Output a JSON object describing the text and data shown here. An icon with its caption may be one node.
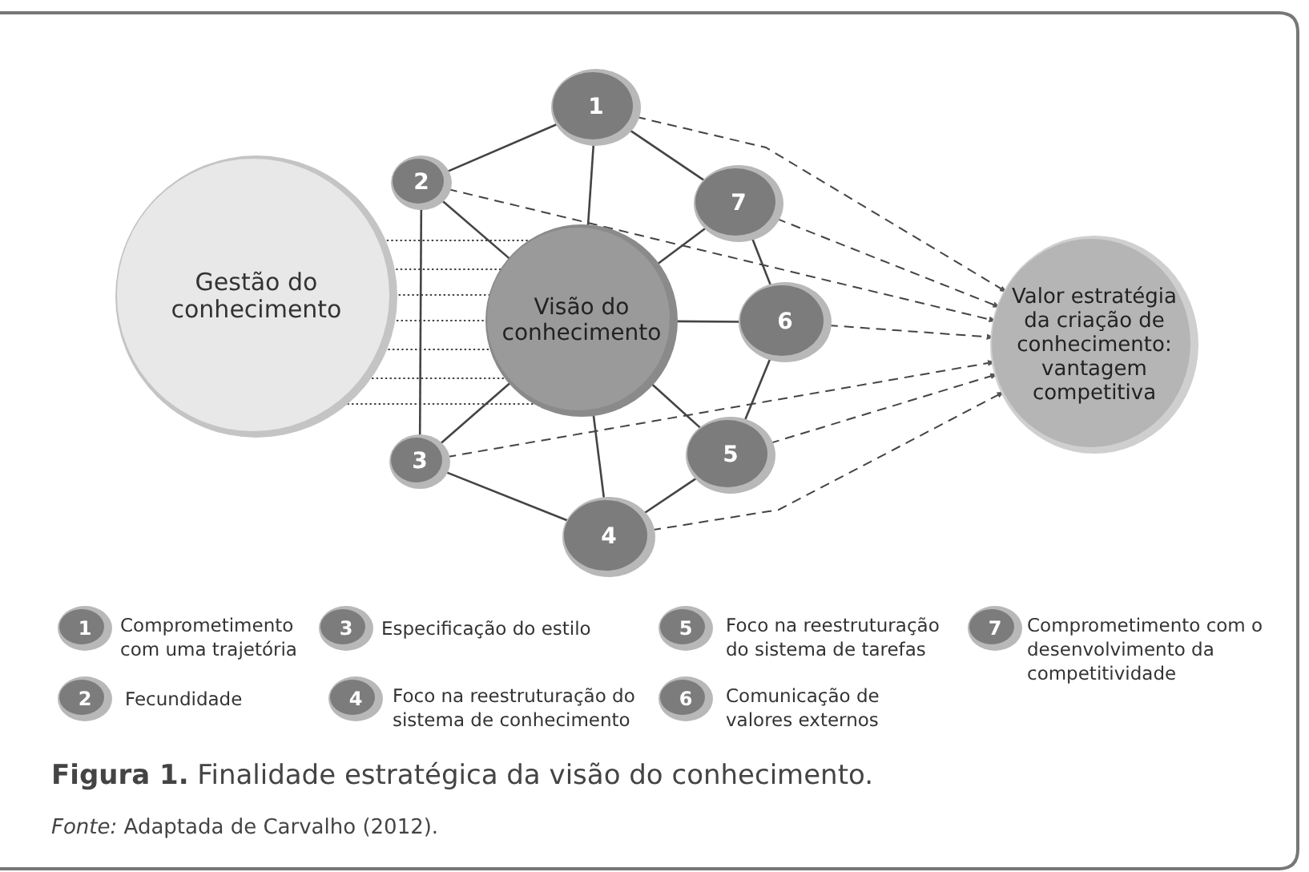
{
  "diagram": {
    "caption": "**Figura 1.** Finalidade estratégica da visão do conhecimento.",
    "nodes": [
      {
        "text": [
          "Gestão do conhecimento"
        ]
      },
      {
        "text": [
          "Visão do conhecimento"
        ]
      },
      {
        "text": [
          "1"
        ]
      },
      {
        "text": [
          "2"
        ]
      },
      {
        "text": [
          "7"
        ]
      },
      {
        "text": [
          "6"
        ]
      },
      {
        "text": [
          "5"
        ]
      },
      {
        "text": [
          "4"
        ]
      },
      {
        "text": [
          "3"
        ]
      },
      {
        "text": [
          "Valor estratégia da criação de conhecimento: vantagem competitiva"
        ]
      },
      {
        "text": [
          "1"
        ],
        "beside": [
          "Comprometimento com uma trajetória"
        ]
      },
      {
        "text": [
          "3"
        ],
        "beside": [
          "Especificação do estilo"
        ]
      },
      {
        "text": [
          "5"
        ],
        "beside": [
          "Foco na reestruturação do sistema de tarefas"
        ]
      },
      {
        "text": [
          "7"
        ],
        "beside": [
          "Comprometimento com o desenvolvimento da competitividade"
        ]
      },
      {
        "text": [
          "2"
        ],
        "beside": [
          "Fecundidade"
        ]
      },
      {
        "text": [
          "4"
        ],
        "beside": [
          "Foco na reestruturação do sistema de conhecimento"
        ]
      },
      {
        "text": [
          "6"
        ],
        "beside": [
          "Comunicação de valores externos"
        ]
      }
    ],
    "edges": [
      {
        "from": 1,
        "to": 2,
        "arrow": "none"
      },
      {
        "from": 1,
        "to": 3,
        "arrow": "none"
      },
      {
        "from": 1,
        "to": 4,
        "arrow": "none"
      },
      {
        "from": 1,
        "to": 5,
        "arrow": "none"
      },
      {
        "from": 1,
        "to": 6,
        "arrow": "none"
      },
      {
        "from": 1,
        "to": 7,
        "arrow": "none"
      },
      {
        "from": 1,
        "to": 8,
        "arrow": "none"
      },
      {
        "from": 3,
        "to": 2,
        "arrow": "none"
      },
      {
        "from": 2,
        "to": 4,
        "arrow": "none"
      },
      {
        "from": 4,
        "to": 5,
        "arrow": "none"
      },
      {
        "from": 5,
        "to": 6,
        "arrow": "none"
      },
      {
        "from": 6,
        "to": 7,
        "arrow": "none"
      },
      {
        "from": 7,
        "to": 8,
        "arrow": "none"
      },
      {
        "from": 8,
        "to": 3,
        "arrow": "none"
      },
      {
        "from": 0,
        "to": 1,
        "arrow": "none",
        "style": "dashed"
      },
      {
        "from": 0,
        "to": 1,
        "arrow": "none",
        "style": "dashed"
      },
      {
        "from": 0,
        "to": 1,
        "arrow": "none",
        "style": "dashed"
      },
      {
        "from": 0,
        "to": 1,
        "arrow": "none",
        "style": "dashed"
      },
      {
        "from": 0,
        "to": 1,
        "arrow": "none",
        "style": "dashed"
      },
      {
        "from": 0,
        "to": 1,
        "arrow": "none",
        "style": "dashed"
      },
      {
        "from": 0,
        "to": 1,
        "arrow": "none",
        "style": "dashed"
      },
      {
        "from": 2,
        "to": 9,
        "arrow": "to",
        "style": "dashed"
      },
      {
        "from": 3,
        "to": 9,
        "arrow": "to",
        "style": "dashed"
      },
      {
        "from": 4,
        "to": 9,
        "arrow": "to",
        "style": "dashed"
      },
      {
        "from": 5,
        "to": 9,
        "arrow": "to",
        "style": "dashed"
      },
      {
        "from": 6,
        "to": 9,
        "arrow": "to",
        "style": "dashed"
      },
      {
        "from": 7,
        "to": 9,
        "arrow": "to",
        "style": "dashed"
      },
      {
        "from": 8,
        "to": 9,
        "arrow": "to",
        "style": "dashed"
      }
    ],
    "labels": [
      "*Fonte:* Adaptada de Carvalho (2012)."
    ]
  }
}
